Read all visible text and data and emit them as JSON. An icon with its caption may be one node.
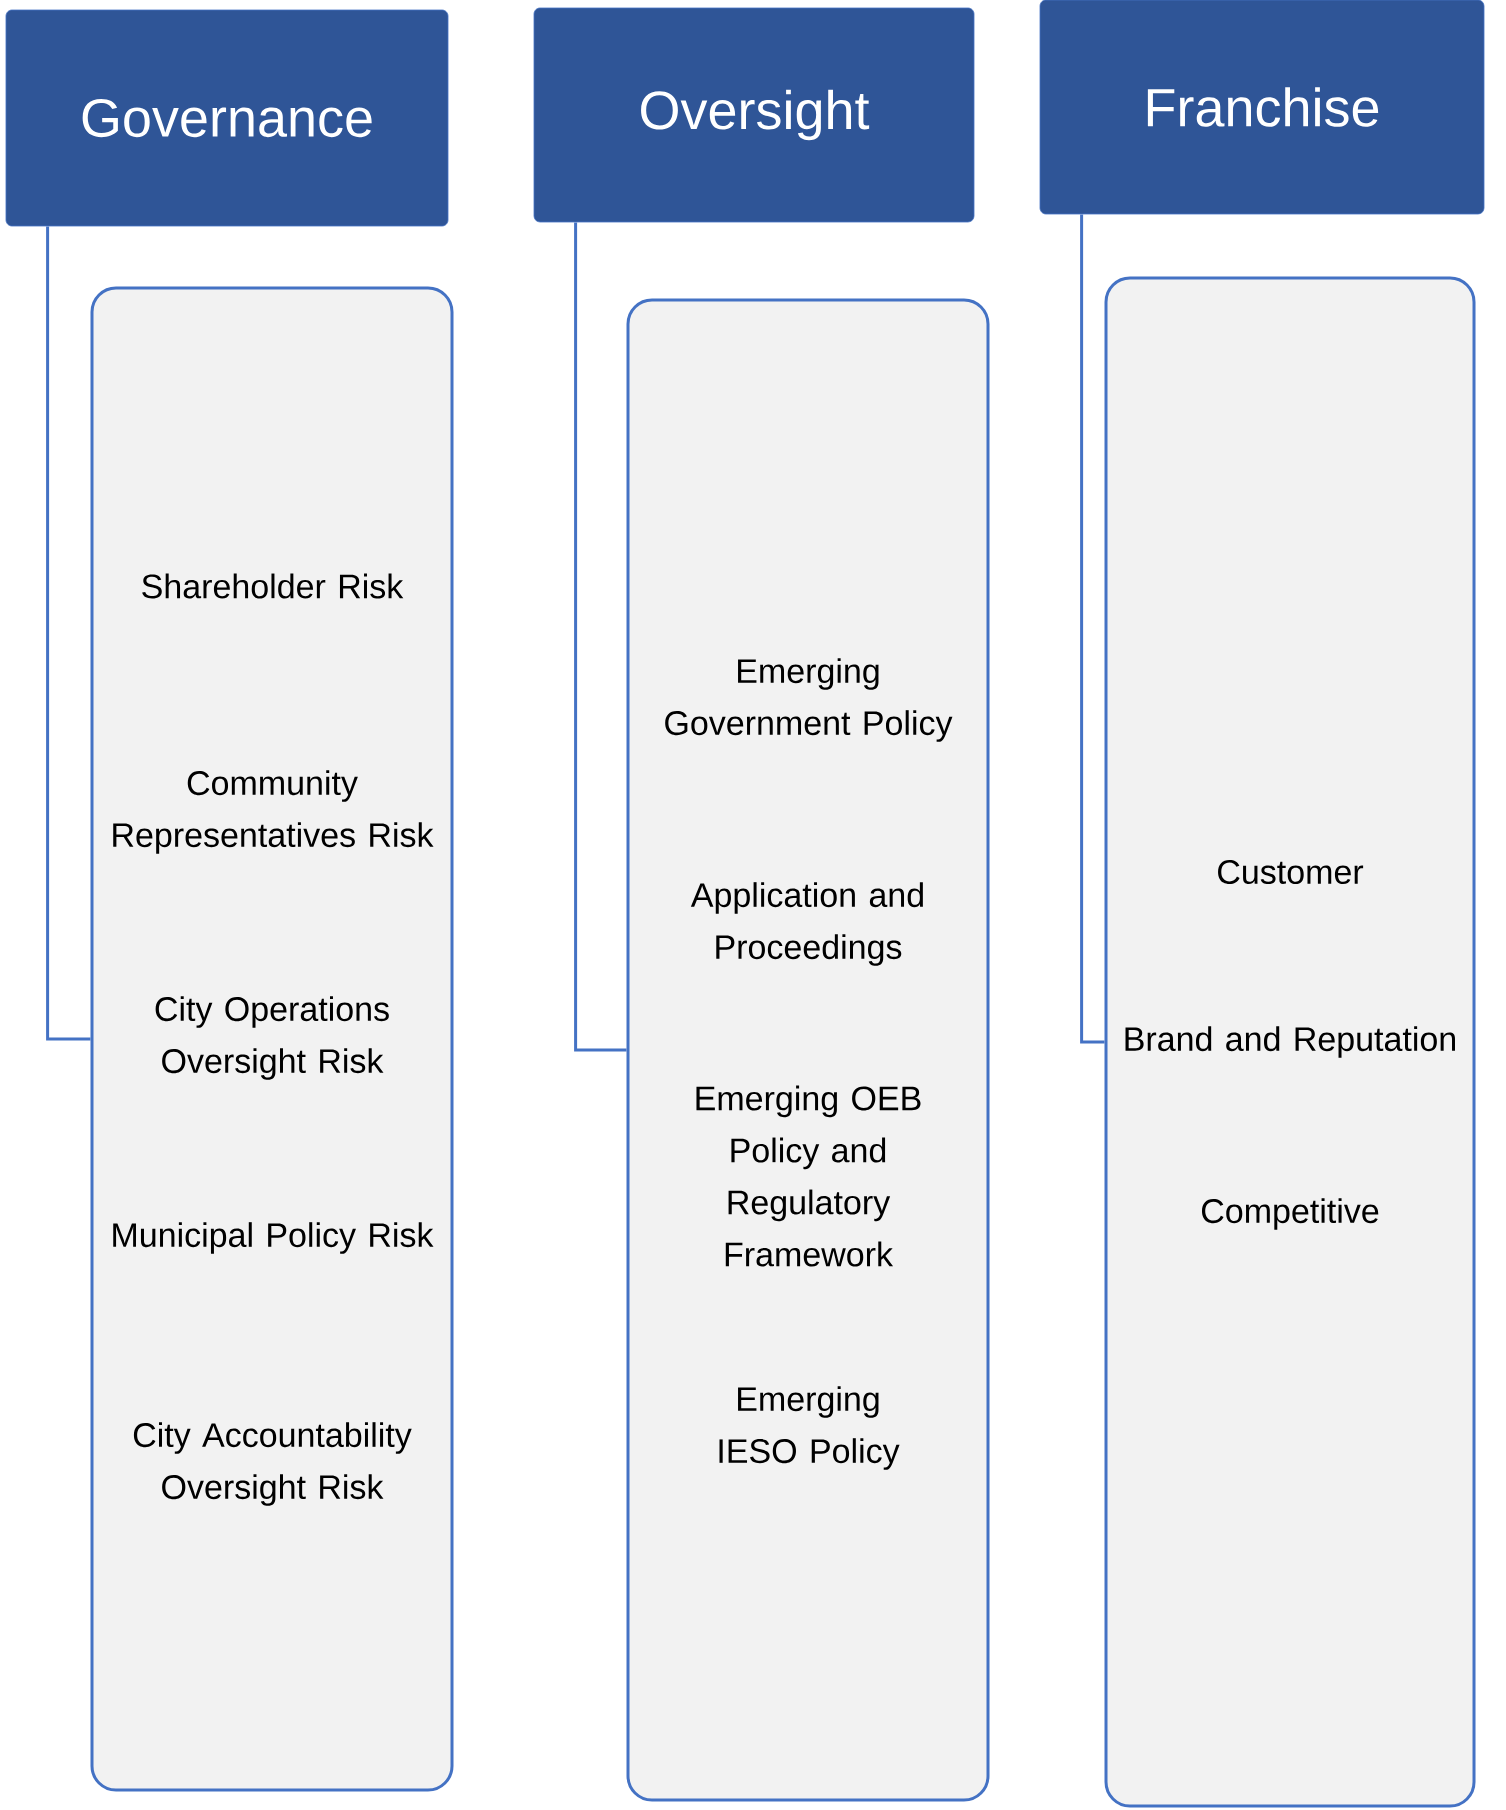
{
  "diagram": {
    "nodes": [
      {
        "text": [
          "Governance"
        ]
      },
      {
        "text": [
          "Oversight"
        ]
      },
      {
        "text": [
          "Franchise"
        ]
      },
      {
        "text": [
          "Shareholder Risk",
          "Community Representatives Risk",
          "City Operations Oversight Risk",
          "Municipal Policy Risk",
          "City Accountability Oversight Risk"
        ]
      },
      {
        "text": [
          "Emerging Government Policy",
          "Application and Proceedings",
          "Emerging OEB Policy and Regulatory Framework",
          "Emerging IESO Policy"
        ]
      },
      {
        "text": [
          "Customer",
          "Brand and Reputation",
          "Competitive"
        ]
      }
    ],
    "edges": [
      {
        "from": 0,
        "to": 3,
        "arrow": "none"
      },
      {
        "from": 1,
        "to": 4,
        "arrow": "none"
      },
      {
        "from": 2,
        "to": 5,
        "arrow": "none"
      }
    ]
  }
}
